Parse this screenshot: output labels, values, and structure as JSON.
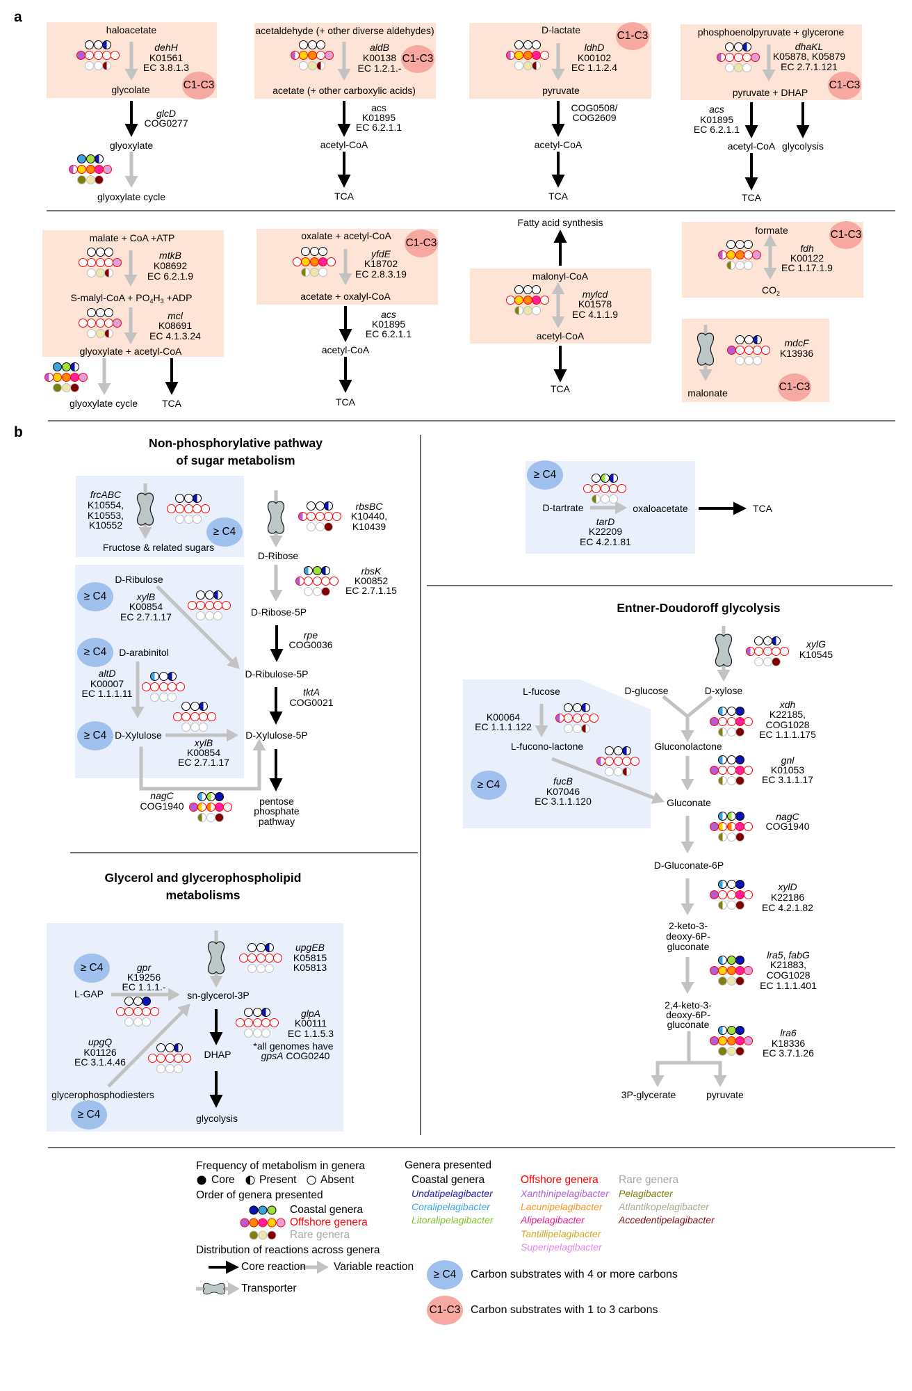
{
  "palette": {
    "coastal": [
      "#3ba3dc",
      "#9ee03c",
      "#0a14b4"
    ],
    "offshore": [
      "#b35cd6",
      "#ffd400",
      "#ff8800",
      "#ff1ea0",
      "#dda0dd"
    ],
    "rare": [
      "#7f7f0f",
      "#ece6aa",
      "#800000"
    ]
  },
  "box_colors": {
    "c1c3_module": "#fde4d6",
    "c4_module": "#e9f0fc"
  },
  "badges": {
    "c4": "≥ C4",
    "c4_color": "#a0c0ee",
    "c1c3": "C1-C3",
    "c1c3_color": "#f7a8a0"
  },
  "panel_a": {
    "label": "a",
    "haloacetate": {
      "substrate": "haloacetate",
      "gene": "dehH",
      "ko": "K01561",
      "ec": "EC 3.8.1.3",
      "product": "glycolate",
      "genera": {
        "coastal": "EEH",
        "offshore": "FEEEE",
        "rare": "EEH"
      }
    },
    "glycolate_oxidation": {
      "gene": "glcD",
      "cog": "COG0277",
      "product": "glyoxylate"
    },
    "glyoxylate_cycle_a": {
      "product": "glyoxylate cycle",
      "genera": {
        "coastal": "FFH",
        "offshore": "HFFFF",
        "rare": "FFF"
      }
    },
    "aldehyde": {
      "substrate": "acetaldehyde (+ other diverse aldehydes)",
      "gene": "aldB",
      "ko": "K00138",
      "ec": "EC 1.2.1.-",
      "product": "acetate (+ other carboxylic acids)",
      "genera": {
        "coastal": "EEE",
        "offshore": "HFFEF",
        "rare": "EFH"
      }
    },
    "acetate_activation_a": {
      "gene": "acs",
      "ko": "K01895",
      "ec": "EC 6.2.1.1",
      "product": "acetyl-CoA",
      "next": "TCA"
    },
    "d_lactate": {
      "substrate": "D-lactate",
      "gene": "ldhD",
      "ko": "K00102",
      "ec": "EC 1.1.2.4",
      "product": "pyruvate",
      "genera": {
        "coastal": "EEE",
        "offshore": "HFFFE",
        "rare": "EFH"
      }
    },
    "pyruvate_dehydrogenase": {
      "cog_line1": "COG0508/",
      "cog_line2": "COG2609",
      "product": "acetyl-CoA",
      "next": "TCA"
    },
    "dihydroxyacetone": {
      "substrate": "phosphoenolpyruvate + glycerone",
      "gene": "dhaKL",
      "ko": "K05878, K05879",
      "ec": "EC 2.7.1.121",
      "product": "pyruvate + DHAP",
      "genera": {
        "coastal": "EEH",
        "offshore": "HEEEF",
        "rare": "EFE"
      }
    },
    "dhap_branch": {
      "gene": "acs",
      "ko": "K01895",
      "ec": "EC 6.2.1.1",
      "product_left": "acetyl-CoA",
      "product_right": "glycolysis",
      "next": "TCA"
    },
    "malate": {
      "substrate": "malate + CoA +ATP",
      "step1": {
        "gene": "mtkB",
        "ko": "K08692",
        "ec": "EC 6.2.1.9",
        "genera": {
          "coastal": "EEE",
          "offshore": "EEEEF",
          "rare": "EFH"
        }
      },
      "intermediate": {
        "part1": "S-malyl-CoA + PO",
        "sub1": "4",
        "part2": "H",
        "sub2": "3",
        "part3": " +ADP"
      },
      "step2": {
        "gene": "mcl",
        "ko": "K08691",
        "ec": "EC 4.1.3.24",
        "genera": {
          "coastal": "EEE",
          "offshore": "EEEEF",
          "rare": "EFH"
        }
      },
      "product": "glyoxylate + acetyl-CoA",
      "out_left": "glyoxylate cycle",
      "out_right": "TCA",
      "cycle_genera": {
        "coastal": "FFH",
        "offshore": "HFFFF",
        "rare": "FFF"
      }
    },
    "oxalate": {
      "substrate": "oxalate + acetyl-CoA",
      "gene": "yfdE",
      "ko": "K18702",
      "ec": "EC 2.8.3.19",
      "product": "acetate + oxalyl-CoA",
      "genera": {
        "coastal": "EEE",
        "offshore": "EFFFE",
        "rare": "HFE"
      }
    },
    "acetate_activation_b": {
      "gene": "acs",
      "ko": "K01895",
      "ec": "EC 6.2.1.1",
      "product": "acetyl-CoA",
      "next": "TCA"
    },
    "malonyl": {
      "top": "Fatty acid synthesis",
      "substrate": "malonyl-CoA",
      "gene": "mylcd",
      "ko": "K01578",
      "ec": "EC 4.1.1.9",
      "product": "acetyl-CoA",
      "next": "TCA",
      "genera": {
        "coastal": "EEE",
        "offshore": "EFFFE",
        "rare": "HFE"
      }
    },
    "formate": {
      "substrate": "formate",
      "gene": "fdh",
      "ko": "K00122",
      "ec": "EC 1.17.1.9",
      "product": "CO",
      "product_sub": "2",
      "genera": {
        "coastal": "EEE",
        "offshore": "HFFEF",
        "rare": "HEE"
      }
    },
    "malonate": {
      "gene": "mdcF",
      "ko": "K13936",
      "substrate": "malonate",
      "genera": {
        "coastal": "EEH",
        "offshore": "FEEEE",
        "rare": "EEE"
      }
    }
  },
  "panel_b": {
    "label": "b",
    "sugar": {
      "title_line1": "Non-phosphorylative pathway",
      "title_line2": "of sugar metabolism",
      "frc": {
        "gene": "frcABC",
        "ko1": "K10554,",
        "ko2": "K10553,",
        "ko3": "K10552",
        "product": "Fructose & related sugars",
        "genera": {
          "coastal": "EEH",
          "offshore": "EEEEE",
          "rare": "EEE"
        }
      },
      "rbsBC": {
        "gene": "rbsBC",
        "ko1": "K10440,",
        "ko2": "K10439",
        "product": "D-Ribose",
        "genera": {
          "coastal": "EEH",
          "offshore": "HEEEE",
          "rare": "EEF"
        }
      },
      "rbsK": {
        "gene": "rbsK",
        "ko": "K00852",
        "ec": "EC 2.7.1.15",
        "product": "D-Ribose-5P",
        "genera": {
          "coastal": "HFH",
          "offshore": "HEEEE",
          "rare": "EEF"
        }
      },
      "ribulose": {
        "substrate": "D-Ribulose",
        "gene": "xylB",
        "ko": "K00854",
        "ec": "EC 2.7.1.17",
        "genera": {
          "coastal": "EEH",
          "offshore": "EEEEE",
          "rare": "EEE"
        }
      },
      "rpe": {
        "gene": "rpe",
        "cog": "COG0036",
        "product": "D-Ribulose-5P"
      },
      "arabinitol": {
        "substrate": "D-arabinitol",
        "gene": "altD",
        "ko": "K00007",
        "ec": "EC 1.1.1.11",
        "genera": {
          "coastal": "HEH",
          "offshore": "EEEEE",
          "rare": "EEE"
        }
      },
      "tktA": {
        "gene": "tktA",
        "cog": "COG0021",
        "product": "D-Xylulose-5P"
      },
      "xylulose": {
        "substrate": "D-Xylulose",
        "gene": "xylB",
        "ko": "K00854",
        "ec": "EC 2.7.1.17",
        "genera": {
          "coastal": "EEH",
          "offshore": "EEEEE",
          "rare": "EEE"
        }
      },
      "nagC": {
        "gene": "nagC",
        "cog": "COG1940",
        "genera": {
          "coastal": "HHF",
          "offshore": "FHHFE",
          "rare": "HEF"
        }
      },
      "pentose": {
        "line1": "pentose",
        "line2": "phosphate",
        "line3": "pathway"
      }
    },
    "glycerol": {
      "title_line1": "Glycerol and glycerophospholipid",
      "title_line2": "metabolisms",
      "upgEB": {
        "gene": "upgEB",
        "ko1": "K05815",
        "ko2": "K05813",
        "genera": {
          "coastal": "EEH",
          "offshore": "EEEEE",
          "rare": "EEE"
        }
      },
      "gpr": {
        "substrate": "L-GAP",
        "gene": "gpr",
        "ko": "K19256",
        "ec": "EC 1.1.1.-",
        "product": "sn-glycerol-3P",
        "genera": {
          "coastal": "EEF",
          "offshore": "EEEEE",
          "rare": "EEE"
        }
      },
      "glpA": {
        "gene": "glpA",
        "ko": "K00111",
        "ec": "EC 1.1.5.3",
        "note_line1": "*all genomes have",
        "note_gene": "gpsA",
        "note_cog": " COG0240",
        "product": "DHAP",
        "genera": {
          "coastal": "EEH",
          "offshore": "EEEEE",
          "rare": "EEE"
        }
      },
      "upgQ": {
        "substrate": "glycerophosphodiesters",
        "gene": "upgQ",
        "ko": "K01126",
        "ec": "EC 3.1.4.46",
        "genera": {
          "coastal": "EEH",
          "offshore": "EEEEE",
          "rare": "EEE"
        }
      },
      "next": "glycolysis"
    },
    "tartrate": {
      "substrate": "D-tartrate",
      "product": "oxaloacetate",
      "next": "TCA",
      "gene": "tarD",
      "ko": "K22209",
      "ec": "EC 4.2.1.81",
      "genera": {
        "coastal": "EHH",
        "offshore": "EEEEE",
        "rare": "HEE"
      }
    },
    "ed": {
      "title": "Entner-Doudoroff glycolysis",
      "xylG": {
        "gene": "xylG",
        "ko": "K10545",
        "genera": {
          "coastal": "EEH",
          "offshore": "HEEEE",
          "rare": "EEF"
        }
      },
      "glucose": "D-glucose",
      "xylose": "D-xylose",
      "fucose": {
        "substrate": "L-fucose",
        "ko": "K00064",
        "ec": "EC 1.1.1.122",
        "product": "L-fucono-lactone",
        "genera": {
          "coastal": "EEH",
          "offshore": "HEEEE",
          "rare": "EEH"
        }
      },
      "fucB": {
        "gene": "fucB",
        "ko": "K07046",
        "ec": "EC 3.1.1.120",
        "genera": {
          "coastal": "EEH",
          "offshore": "HEEEE",
          "rare": "EEH"
        }
      },
      "xdh": {
        "gene": "xdh",
        "ko": "K22185,",
        "cog": "COG1028",
        "ec": "EC 1.1.1.175",
        "product": "Gluconolactone",
        "genera": {
          "coastal": "HEF",
          "offshore": "FEEFE",
          "rare": "HEF"
        }
      },
      "gnl": {
        "gene": "gnl",
        "ko": "K01053",
        "ec": "EC 3.1.1.17",
        "product": "Gluconate",
        "genera": {
          "coastal": "HEF",
          "offshore": "FEEFE",
          "rare": "HEF"
        }
      },
      "nagC": {
        "gene": "nagC",
        "cog": "COG1940",
        "product": "D-Gluconate-6P",
        "genera": {
          "coastal": "HHF",
          "offshore": "FHHFE",
          "rare": "HEF"
        }
      },
      "xylD": {
        "gene": "xylD",
        "ko": "K22186",
        "ec": "EC 4.2.1.82",
        "product_lines": [
          "2-keto-3-",
          "deoxy-6P-",
          "gluconate"
        ],
        "genera": {
          "coastal": "HEF",
          "offshore": "FEEFE",
          "rare": "HEF"
        }
      },
      "lra5": {
        "gene1": "lra5",
        "sep": ", ",
        "gene2": "fabG",
        "ko": "K21883,",
        "cog": "COG1028",
        "ec": "EC 1.1.1.401",
        "product_lines": [
          "2,4-keto-3-",
          "deoxy-6P-",
          "gluconate"
        ],
        "genera": {
          "coastal": "HFF",
          "offshore": "FFFFF",
          "rare": "FFF"
        }
      },
      "lra6": {
        "gene": "lra6",
        "ko": "K18336",
        "ec": "EC 3.7.1.26",
        "products": [
          "3P-glycerate",
          "pyruvate"
        ],
        "genera": {
          "coastal": "HFF",
          "offshore": "FFFFF",
          "rare": "FFF"
        }
      }
    }
  },
  "legend": {
    "frequency": {
      "title": "Frequency of metabolism in genera",
      "core": "Core",
      "present": "Present",
      "absent": "Absent"
    },
    "order": {
      "title": "Order of genera presented",
      "rows": [
        {
          "label": "Coastal genera",
          "label_color": "#000000",
          "dots": [
            "#0a14b4",
            "#3ba3dc",
            "#9ee03c"
          ]
        },
        {
          "label": "Offshore genera",
          "label_color": "#ff0000",
          "dots": [
            "#b35cd6",
            "#ff8800",
            "#ff1ea0",
            "#ffd400",
            "#dda0dd"
          ]
        },
        {
          "label": "Rare genera",
          "label_color": "#a8a8a8",
          "dots": [
            "#7f7f0f",
            "#ece6aa",
            "#800000"
          ]
        }
      ]
    },
    "distribution": {
      "title": "Distribution of reactions across genera",
      "core": "Core reaction",
      "variable": "Variable reaction",
      "transporter": "Transporter"
    },
    "genera": {
      "title": "Genera presented",
      "columns": [
        {
          "header": "Coastal genera",
          "header_color": "#000000",
          "items": [
            {
              "name": "Undatipelagibacter",
              "color": "#1a1ab4"
            },
            {
              "name": "Coralipelagibacter",
              "color": "#39a6e0"
            },
            {
              "name": "Litoralipelagibacter",
              "color": "#7dc32a"
            }
          ]
        },
        {
          "header": "Offshore genera",
          "header_color": "#ff0000",
          "items": [
            {
              "name": "Xanthinipelagibacter",
              "color": "#b25bd5"
            },
            {
              "name": "Lacunipelagibacter",
              "color": "#f7941d"
            },
            {
              "name": "Alipelagibacter",
              "color": "#e8178e"
            },
            {
              "name": "Tantillipelagibacter",
              "color": "#d2a81e"
            },
            {
              "name": "Superipelagibacter",
              "color": "#ea84ea"
            }
          ]
        },
        {
          "header": "Rare genera",
          "header_color": "#a8a8a8",
          "items": [
            {
              "name": "Pelagibacter",
              "color": "#7d7d00"
            },
            {
              "name": "Atlantikopelagibacter",
              "color": "#a8a68c"
            },
            {
              "name": "Accedentipelagibacter",
              "color": "#7d0e0e"
            }
          ]
        }
      ]
    },
    "substrate_classes": [
      {
        "badge": "≥ C4",
        "description": "Carbon substrates with 4 or more carbons"
      },
      {
        "badge": "C1-C3",
        "description": "Carbon substrates with 1 to 3 carbons"
      }
    ]
  }
}
